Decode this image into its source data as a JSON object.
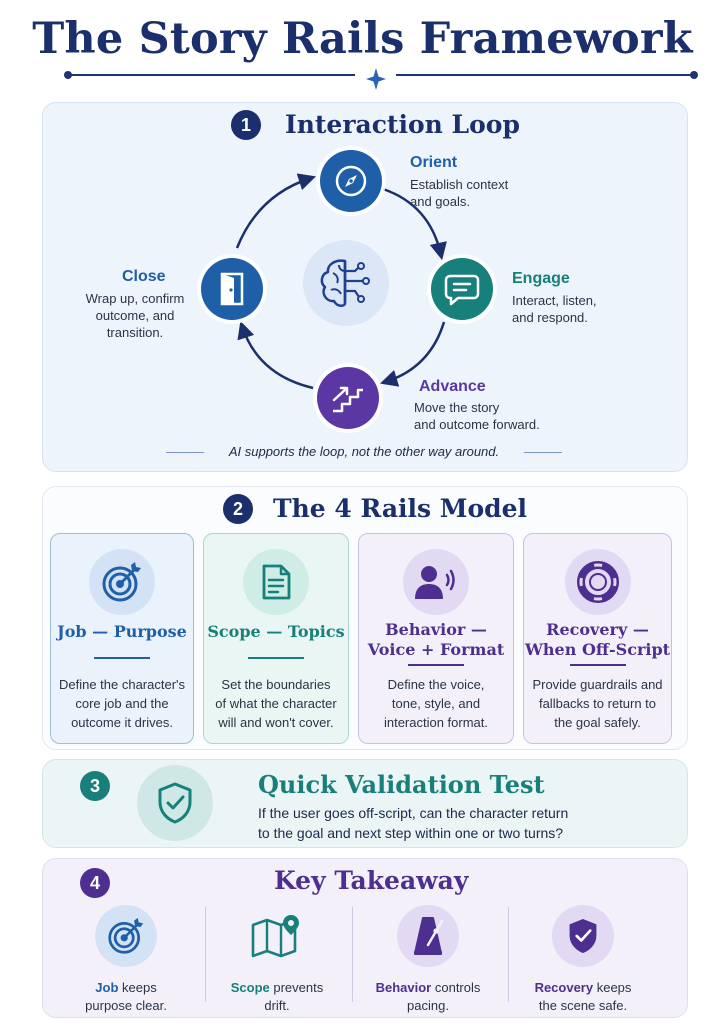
{
  "title": "The Story Rails Framework",
  "colors": {
    "navy": "#1a2f6b",
    "blue": "#1f5fa8",
    "teal": "#1a7a78",
    "purple": "#4d2f8f"
  },
  "section1": {
    "number": "1",
    "title": "Interaction Loop",
    "center_icon": "brain-circuit-icon",
    "stages": [
      {
        "title": "Orient",
        "desc1": "Establish context",
        "desc2": "and goals.",
        "desc3": "",
        "icon": "compass-icon",
        "color": "#1f5fa8"
      },
      {
        "title": "Engage",
        "desc1": "Interact, listen,",
        "desc2": "and respond.",
        "desc3": "",
        "icon": "chat-bubble-icon",
        "color": "#17807a"
      },
      {
        "title": "Advance",
        "desc1": "Move the story",
        "desc2": "and outcome forward.",
        "desc3": "",
        "icon": "stairs-arrow-icon",
        "color": "#5b37a3"
      },
      {
        "title": "Close",
        "desc1": "Wrap up, confirm",
        "desc2": "outcome, and",
        "desc3": "transition.",
        "icon": "door-icon",
        "color": "#1f5fa8"
      }
    ],
    "footnote": "AI supports the loop, not the other way around."
  },
  "section2": {
    "number": "2",
    "title": "The 4 Rails Model",
    "cards": [
      {
        "title1": "Job — Purpose",
        "title2": "",
        "desc1": "Define the character's",
        "desc2": "core job and the",
        "desc3": "outcome it drives.",
        "icon": "target-icon"
      },
      {
        "title1": "Scope — Topics",
        "title2": "",
        "desc1": "Set the boundaries",
        "desc2": "of what the character",
        "desc3": "will and won't cover.",
        "icon": "document-icon"
      },
      {
        "title1": "Behavior —",
        "title2": "Voice + Format",
        "desc1": "Define the voice,",
        "desc2": "tone, style, and",
        "desc3": "interaction format.",
        "icon": "speaker-person-icon"
      },
      {
        "title1": "Recovery —",
        "title2": "When Off-Script",
        "desc1": "Provide guardrails and",
        "desc2": "fallbacks to return to",
        "desc3": "the goal safely.",
        "icon": "lifebuoy-icon"
      }
    ]
  },
  "section3": {
    "number": "3",
    "title": "Quick Validation Test",
    "line1": "If the user goes off-script, can the character return",
    "line2": "to the goal and next step within one or two turns?",
    "icon": "shield-check-icon"
  },
  "section4": {
    "number": "4",
    "title": "Key Takeaway",
    "items": [
      {
        "strong": "Job",
        "rest": " keeps",
        "line2": "purpose clear.",
        "icon": "target-icon"
      },
      {
        "strong": "Scope",
        "rest": " prevents",
        "line2": "drift.",
        "icon": "map-pin-icon"
      },
      {
        "strong": "Behavior",
        "rest": " controls",
        "line2": "pacing.",
        "icon": "metronome-icon"
      },
      {
        "strong": "Recovery",
        "rest": " keeps",
        "line2": "the scene safe.",
        "icon": "shield-check-icon"
      }
    ]
  }
}
